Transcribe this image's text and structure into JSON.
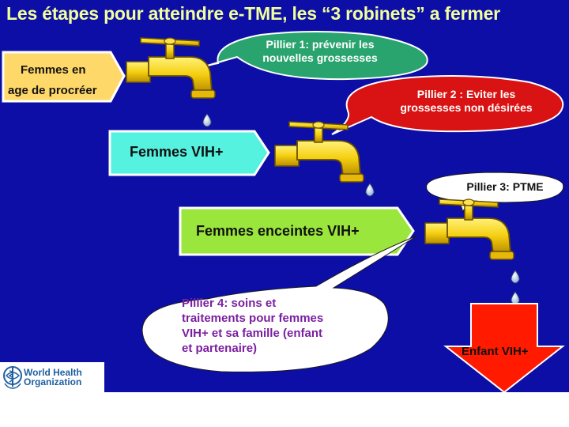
{
  "title": "Les étapes pour atteindre e-TME, les “3 robinets” a fermer",
  "boxes": {
    "femmes_age": {
      "line1": "Femmes  en",
      "line2": "age de procréer"
    },
    "femmes_vih": "Femmes VIH+",
    "femmes_enceintes": "Femmes enceintes VIH+"
  },
  "bubbles": {
    "pillier1": {
      "line1": "Pillier 1: prévenir les",
      "line2": "nouvelles grossesses"
    },
    "pillier2": {
      "line1": "Pillier 2 : Eviter les",
      "line2": "grossesses non désirées"
    },
    "pillier3": "Pillier 3: PTME",
    "pillier4": {
      "line1": "Pillier 4: soins et",
      "line2": "traitements pour femmes",
      "line3": "VIH+ et sa famille (enfant",
      "line4": "et partenaire)"
    }
  },
  "outcome": "Enfant VIH+",
  "logo": {
    "line1": "World Health",
    "line2": "Organization"
  },
  "colors": {
    "background": "#0d0ea6",
    "title": "#f1ff9c",
    "box1": "#ffd86a",
    "box2": "#55f2e0",
    "box3": "#9be63c",
    "bubble1": "#2aa46f",
    "bubble2": "#d91313",
    "bubble3": "#ffffff",
    "bubble4": "#ffffff",
    "faucet": "#f5cf10",
    "outcome_arrow": "#ff1a00"
  },
  "icons": [
    "faucet-icon",
    "water-drop-icon",
    "who-emblem-icon"
  ]
}
